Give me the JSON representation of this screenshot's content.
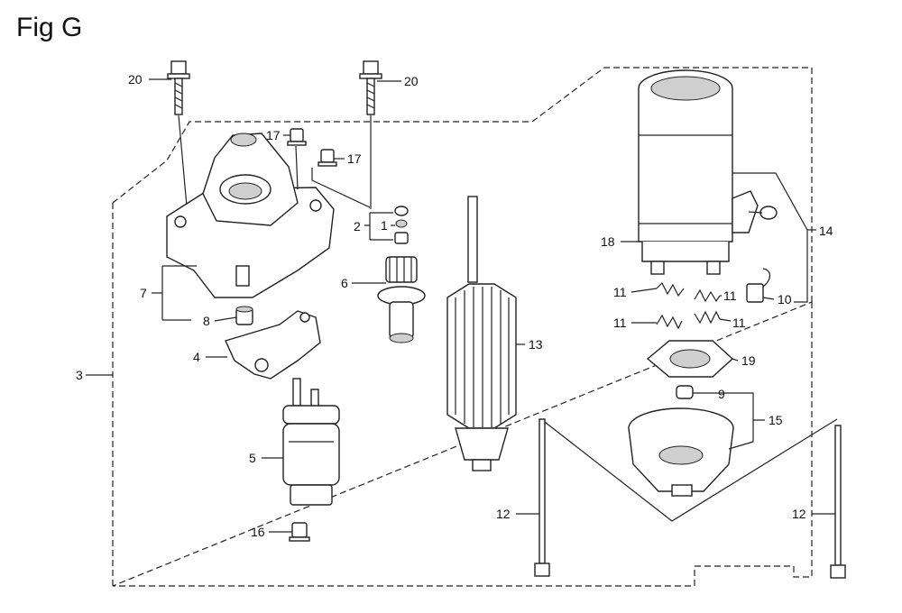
{
  "figure": {
    "title": "Fig G"
  },
  "callouts": {
    "c1": "1",
    "c2": "2",
    "c3": "3",
    "c4": "4",
    "c5": "5",
    "c6": "6",
    "c7": "7",
    "c8": "8",
    "c9": "9",
    "c10": "10",
    "c11a": "11",
    "c11b": "11",
    "c11c": "11",
    "c11d": "11",
    "c12a": "12",
    "c12b": "12",
    "c13": "13",
    "c14": "14",
    "c15": "15",
    "c16": "16",
    "c17a": "17",
    "c17b": "17",
    "c18": "18",
    "c19": "19",
    "c20a": "20",
    "c20b": "20"
  }
}
